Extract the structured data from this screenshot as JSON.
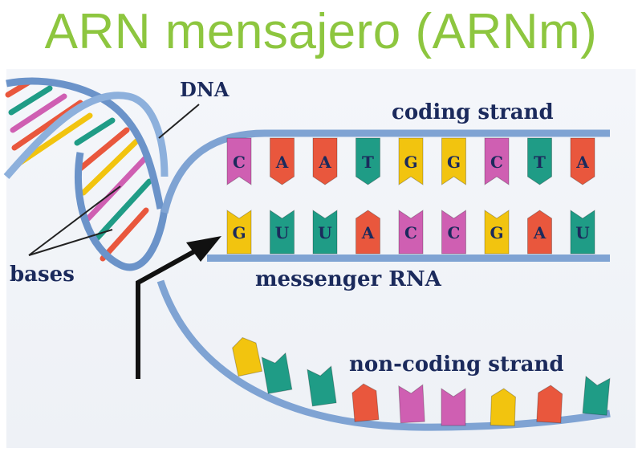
{
  "title": "ARN mensajero (ARNm)",
  "labels": {
    "dna": "DNA",
    "coding_strand": "coding strand",
    "bases": "bases",
    "messenger_rna": "messenger RNA",
    "non_coding_strand": "non-coding strand"
  },
  "coding_strand_bases": [
    "C",
    "A",
    "A",
    "T",
    "G",
    "G",
    "C",
    "T",
    "A"
  ],
  "mrna_bases": [
    "G",
    "U",
    "U",
    "A",
    "C",
    "C",
    "G",
    "A",
    "U"
  ],
  "non_coding_bases": [
    "",
    "",
    "",
    "",
    "",
    "",
    "",
    "",
    "",
    "",
    ""
  ],
  "colors": {
    "title": "#8dc63f",
    "label": "#1b2a5c",
    "backbone": "#6b93c9",
    "C": "#cf5fb2",
    "A": "#e9573d",
    "T": "#1f9c86",
    "G": "#f2c40f",
    "U": "#1f9c86"
  }
}
